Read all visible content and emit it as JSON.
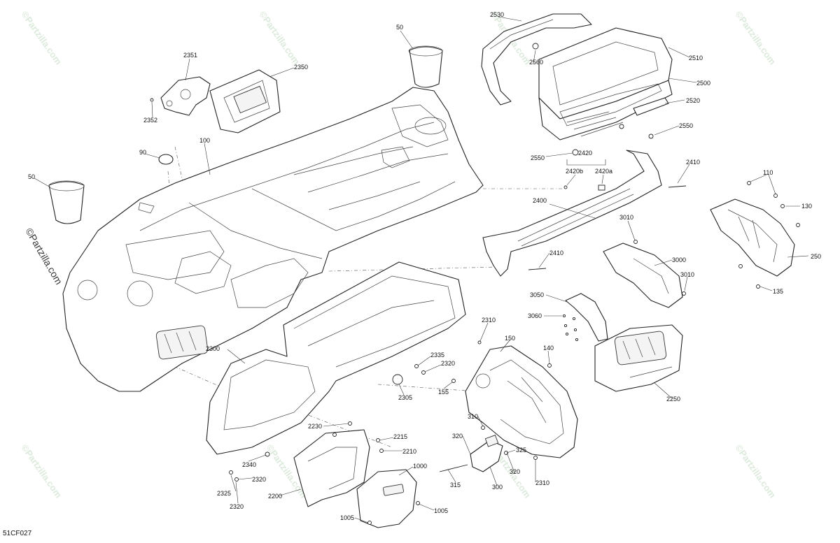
{
  "diagram": {
    "reference_code": "51CF027",
    "watermark": "©Partzilla.com",
    "callouts": [
      "2530",
      "2560",
      "2510",
      "2500",
      "2520",
      "2550",
      "2550",
      "50",
      "2351",
      "2350",
      "2352",
      "100",
      "90",
      "50",
      "2420",
      "2420b",
      "2420a",
      "2410",
      "2400",
      "2410",
      "110",
      "130",
      "250",
      "135",
      "3010",
      "3000",
      "3010",
      "3050",
      "3060",
      "2250",
      "2310",
      "150",
      "140",
      "2335",
      "2320",
      "155",
      "2305",
      "2300",
      "2230",
      "2215",
      "2210",
      "2340",
      "2320",
      "2325",
      "2320",
      "2200",
      "1000",
      "1005",
      "1005",
      "310",
      "320",
      "325",
      "320",
      "315",
      "300",
      "2310"
    ]
  }
}
